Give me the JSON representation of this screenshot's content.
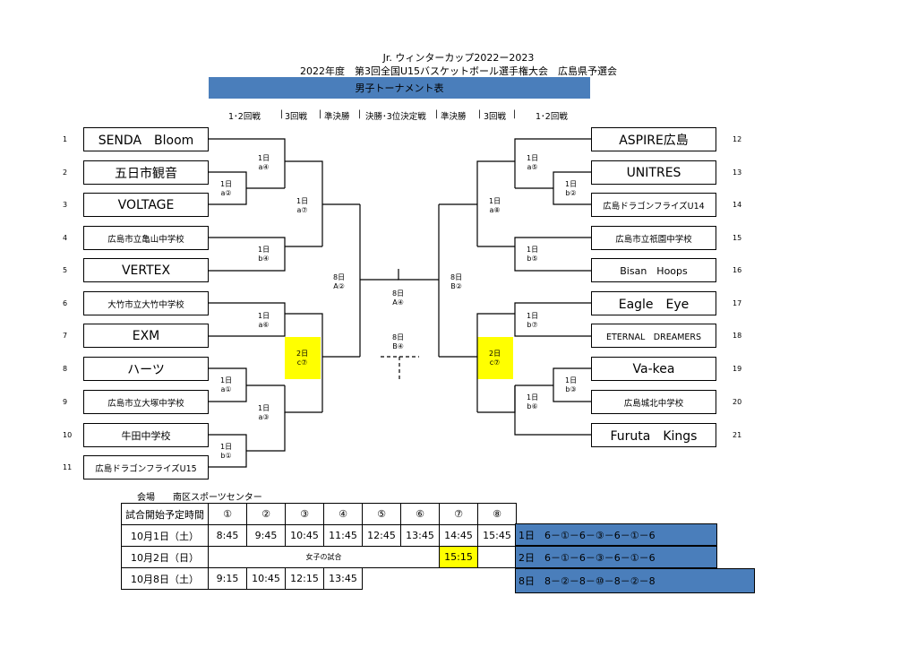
{
  "header": {
    "line1": "Jr. ウィンターカップ2022ー2023",
    "line2": "2022年度　第3回全国U15バスケットボール選手権大会　広島県予選会",
    "banner": "男子トーナメント表"
  },
  "rounds": {
    "r1": "1･2回戦",
    "r2": "3回戦",
    "r3": "準決勝",
    "r4": "決勝･3位決定戦",
    "r5": "準決勝",
    "r6": "3回戦",
    "r7": "1･2回戦"
  },
  "left_teams": [
    {
      "no": "1",
      "name": "SENDA　Bloom"
    },
    {
      "no": "2",
      "name": "五日市観音"
    },
    {
      "no": "3",
      "name": "VOLTAGE"
    },
    {
      "no": "4",
      "name": "広島市立亀山中学校"
    },
    {
      "no": "5",
      "name": "VERTEX"
    },
    {
      "no": "6",
      "name": "大竹市立大竹中学校"
    },
    {
      "no": "7",
      "name": "EXM"
    },
    {
      "no": "8",
      "name": "ハーツ"
    },
    {
      "no": "9",
      "name": "広島市立大塚中学校"
    },
    {
      "no": "10",
      "name": "牛田中学校"
    },
    {
      "no": "11",
      "name": "広島ドラゴンフライズU15"
    }
  ],
  "right_teams": [
    {
      "no": "12",
      "name": "ASPIRE広島"
    },
    {
      "no": "13",
      "name": "UNITRES"
    },
    {
      "no": "14",
      "name": "広島ドラゴンフライズU14"
    },
    {
      "no": "15",
      "name": "広島市立祇園中学校"
    },
    {
      "no": "16",
      "name": "Bisan　Hoops"
    },
    {
      "no": "17",
      "name": "Eagle　Eye"
    },
    {
      "no": "18",
      "name": "ETERNAL　DREAMERS"
    },
    {
      "no": "19",
      "name": "Va-kea"
    },
    {
      "no": "20",
      "name": "広島城北中学校"
    },
    {
      "no": "21",
      "name": "Furuta　Kings"
    }
  ],
  "match_labels": {
    "l_2_3": [
      "1日",
      "a②"
    ],
    "l_1_23": [
      "1日",
      "a④"
    ],
    "l_4_5": [
      "1日",
      "b④"
    ],
    "l_top": [
      "1日",
      "a⑦"
    ],
    "l_6_7": [
      "1日",
      "a⑥"
    ],
    "l_8_9": [
      "1日",
      "a①"
    ],
    "l_89_x": [
      "1日",
      "a③"
    ],
    "l_10_11": [
      "1日",
      "b①"
    ],
    "l_bottom": [
      "2日",
      "c⑦"
    ],
    "l_semi": [
      "8日",
      "A②"
    ],
    "final": [
      "8日",
      "A④"
    ],
    "third": [
      "8日",
      "B④"
    ],
    "r_semi": [
      "8日",
      "B②"
    ],
    "r_12_x": [
      "1日",
      "a⑤"
    ],
    "r_13_14": [
      "1日",
      "b②"
    ],
    "r_top": [
      "1日",
      "a⑧"
    ],
    "r_15_16": [
      "1日",
      "b⑤"
    ],
    "r_17_18": [
      "1日",
      "b⑦"
    ],
    "r_19_20": [
      "1日",
      "b③"
    ],
    "r_19_x": [
      "1日",
      "b⑥"
    ],
    "r_bottom": [
      "2日",
      "c⑦"
    ]
  },
  "schedule": {
    "venue_label": "会場　　南区スポーツセンター",
    "header_label": "試合開始予定時間",
    "columns": [
      "①",
      "②",
      "③",
      "④",
      "⑤",
      "⑥",
      "⑦",
      "⑧"
    ],
    "day1": {
      "date": "10月1日（土）",
      "times": [
        "8:45",
        "9:45",
        "10:45",
        "11:45",
        "12:45",
        "13:45",
        "14:45",
        "15:45"
      ],
      "note": "1日　6－①－6－③－6－①－6"
    },
    "day2": {
      "date": "10月2日（日）",
      "girls": "女子の試合",
      "time7": "15:15",
      "note": "2日　6－①－6－③－6－①－6"
    },
    "day3": {
      "date": "10月8日（土）",
      "times": [
        "9:15",
        "10:45",
        "12:15",
        "13:45"
      ],
      "note": "8日　8－②－8－⑩－8－②－8"
    }
  },
  "colors": {
    "banner": "#4a7ebb",
    "highlight": "#ffff00"
  }
}
